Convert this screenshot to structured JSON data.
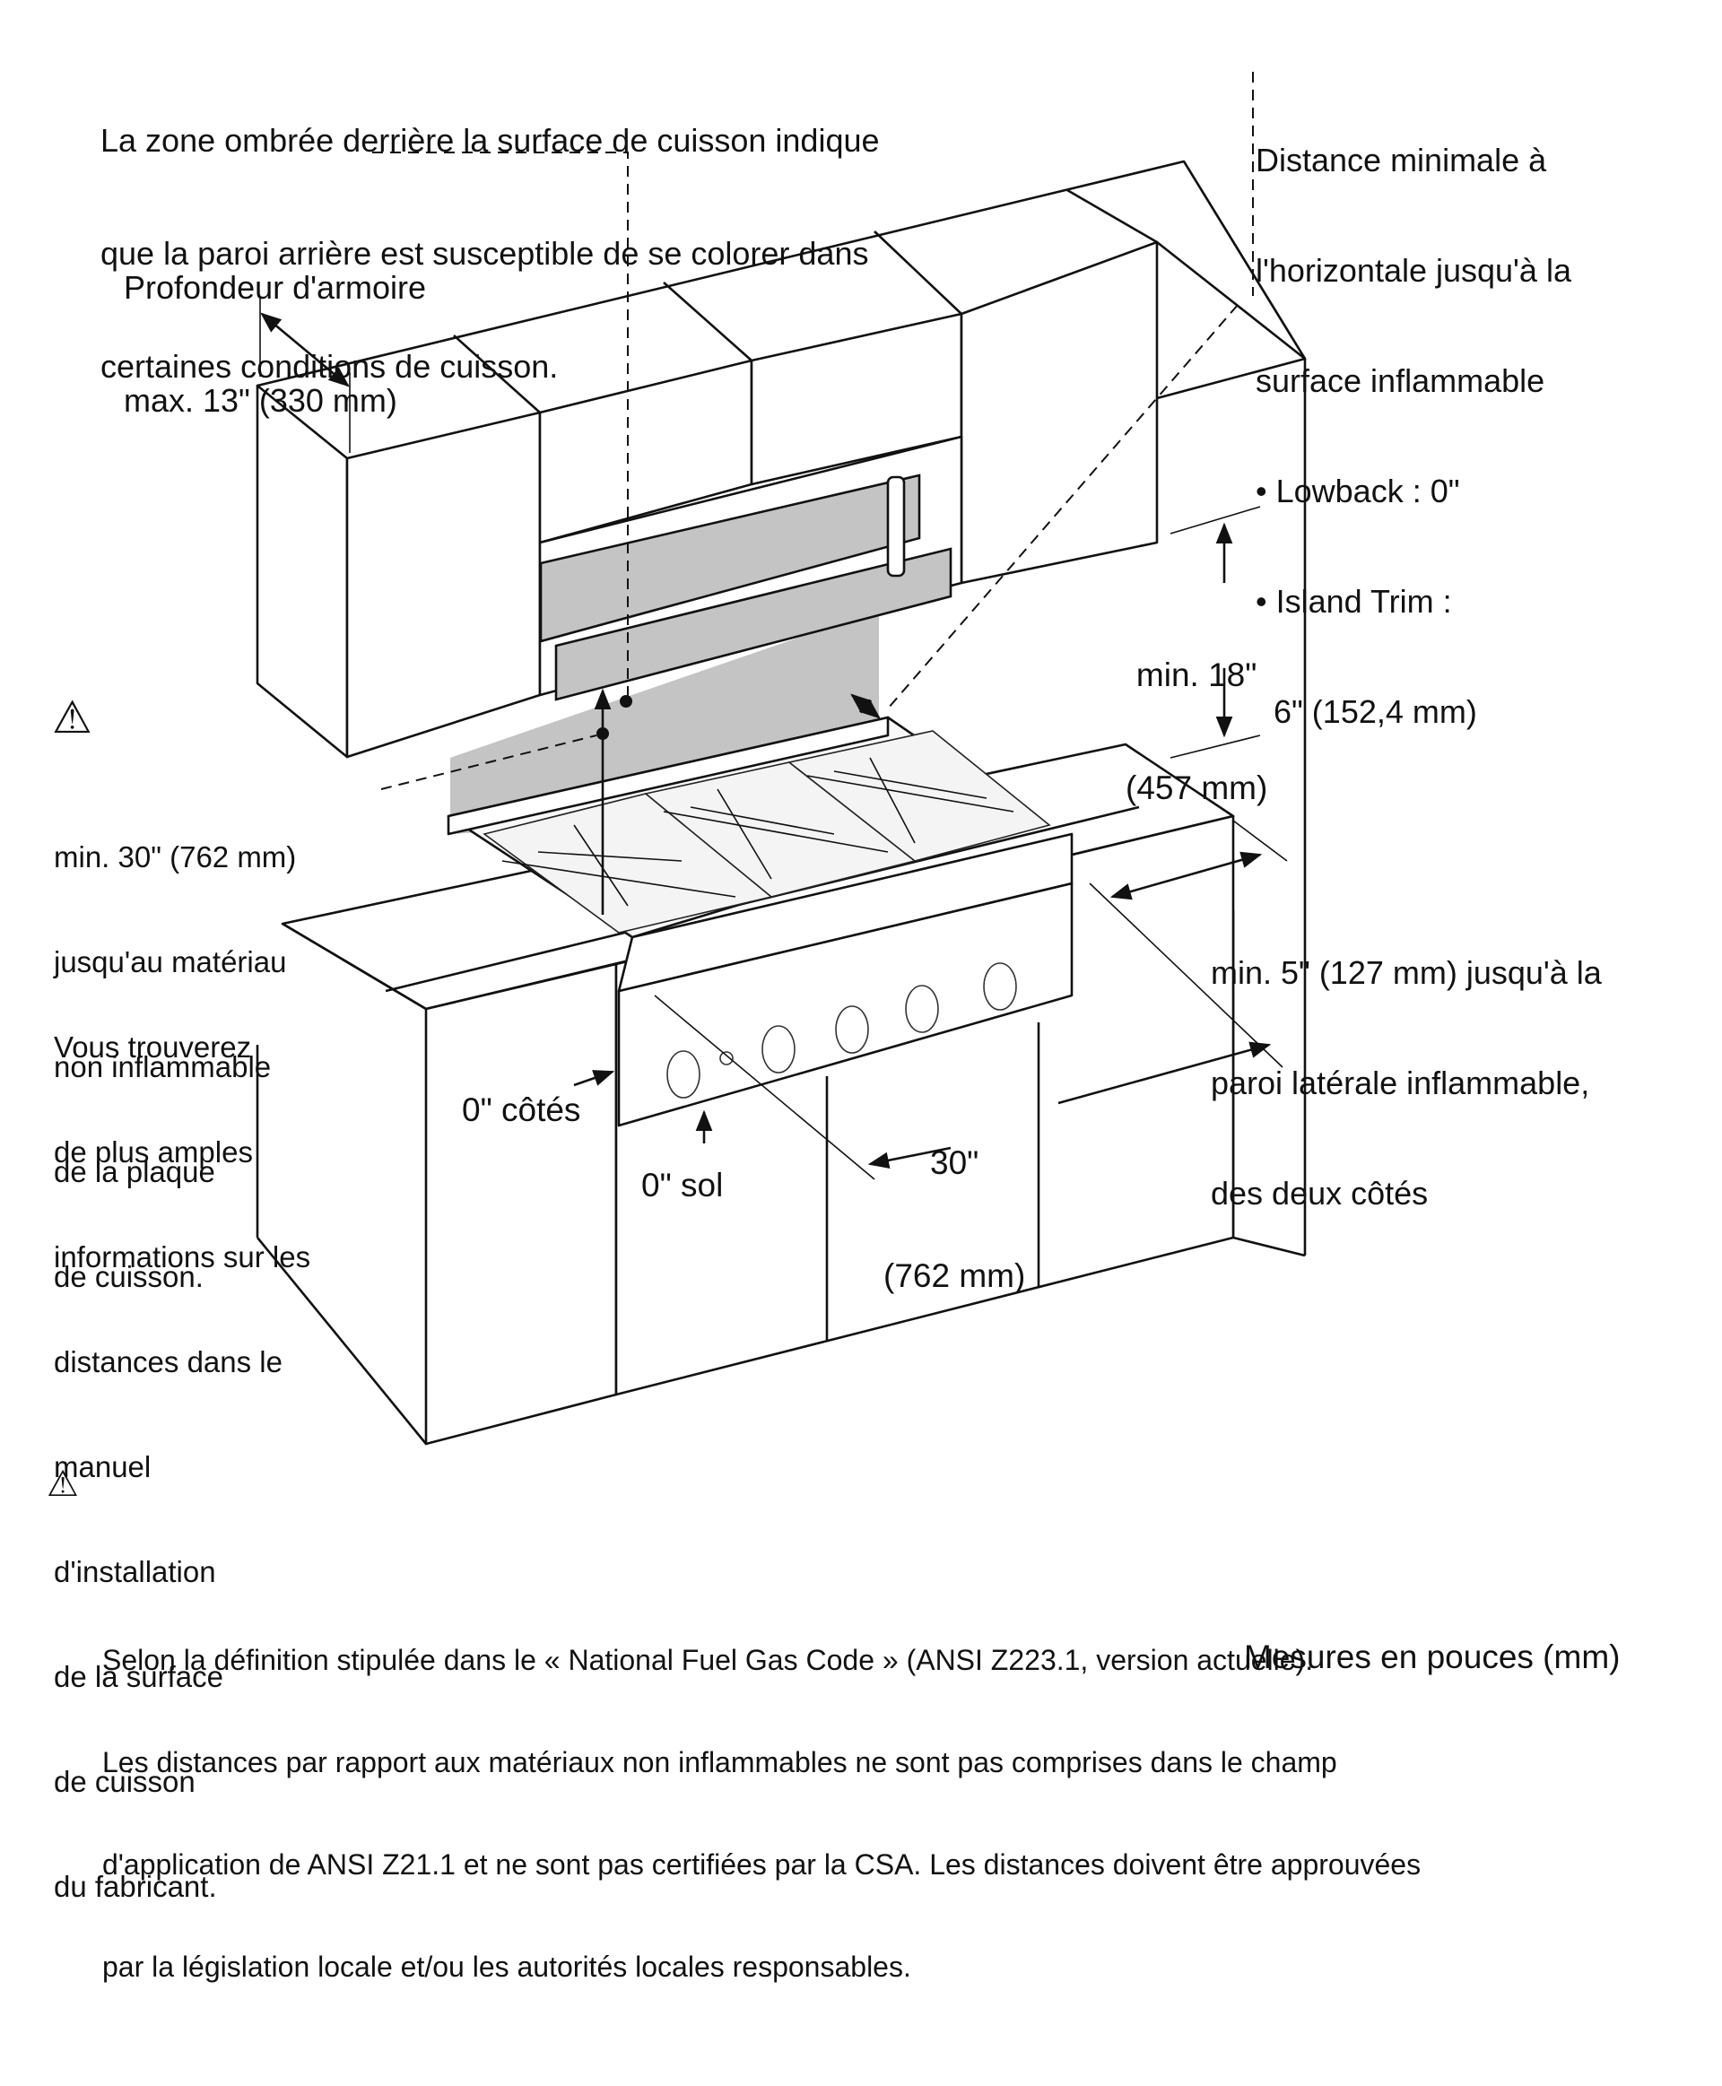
{
  "notes": {
    "shaded_zone": [
      "La zone ombrée derrière la surface de cuisson indique",
      "que la paroi arrière est susceptible de se colorer dans",
      "certaines conditions de cuisson."
    ],
    "horizontal_distance": [
      "Distance minimale à",
      "l'horizontale jusqu'à la",
      "surface inflammable",
      "• Lowback : 0\"",
      "• Island Trim :",
      "  6\" (152,4 mm)"
    ],
    "cabinet_depth": [
      "Profondeur d'armoire",
      "max. 13\" (330 mm)"
    ],
    "min_30": [
      "min. 30\" (762 mm)",
      "jusqu'au matériau",
      "non inflammable",
      "de la plaque",
      "de cuisson."
    ],
    "more_info": [
      "Vous trouverez",
      "de plus amples",
      "informations sur les",
      "distances dans le",
      "manuel",
      "d'installation",
      "de la surface",
      "de cuisson",
      "du fabricant."
    ],
    "min_18": [
      "min. 18\"",
      "(457 mm)"
    ],
    "min_5": [
      "min. 5\" (127 mm) jusqu'à la",
      "paroi latérale inflammable,",
      "des deux côtés"
    ],
    "sides_0": "0\" côtés",
    "floor_0": "0\" sol",
    "width_30": [
      "30\"",
      "(762 mm)"
    ]
  },
  "footnote": {
    "icon": "warning-triangle-icon",
    "lines": [
      "Selon la définition stipulée dans le « National Fuel Gas Code » (ANSI Z223.1, version actuelle).",
      "Les distances par rapport aux matériaux non inflammables ne sont pas comprises dans le champ",
      "d'application de ANSI Z21.1 et ne sont pas certifiées par la CSA. Les distances doivent être approuvées",
      "par la législation locale et/ou les autorités locales responsables."
    ]
  },
  "units_note": "Mesures en pouces (mm)",
  "colors": {
    "line": "#111111",
    "shaded_zone": "#c4c4c4",
    "background": "#ffffff"
  },
  "cooktop": {
    "burners": 6,
    "knobs": 6
  }
}
